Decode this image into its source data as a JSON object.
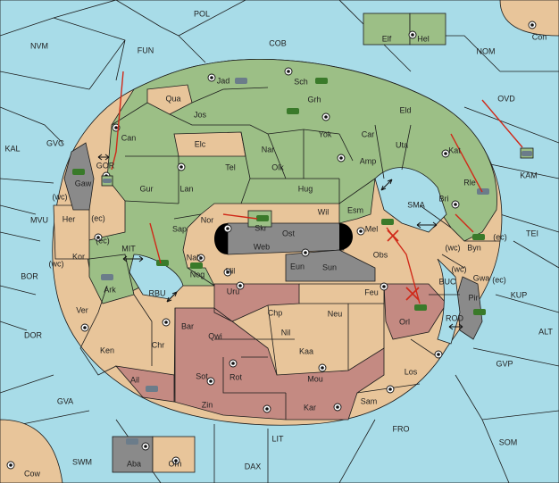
{
  "colors": {
    "sea": "#a8dce8",
    "player_green": "#9cbf86",
    "player_tan": "#e8c59a",
    "player_red": "#c48a82",
    "player_grey": "#8a8a8a",
    "order_arrow": "#d02818"
  },
  "regions": {
    "pol": "POL",
    "nvm": "NVM",
    "fun": "FUN",
    "cob": "COB",
    "nom": "NOM",
    "con": "Con",
    "elf": "Elf",
    "hel": "Hel",
    "ovd": "OVD",
    "kal": "KAL",
    "gvg": "GVG",
    "kam": "KAM",
    "mvu": "MVU",
    "tei": "TEI",
    "bor": "BOR",
    "dor": "DOR",
    "kup": "KUP",
    "alt": "ALT",
    "gvp": "GVP",
    "gva": "GVA",
    "fro": "FRO",
    "som": "SOM",
    "lit": "LIT",
    "swm": "SWM",
    "dax": "DAX",
    "cow": "Cow",
    "aba": "Aba",
    "orn": "Orn",
    "jad": "Jad",
    "sch": "Sch",
    "qua": "Qua",
    "jos": "Jos",
    "grh": "Grh",
    "can": "Can",
    "eld": "Eld",
    "yok": "Yok",
    "car": "Car",
    "elc": "Elc",
    "nar": "Nar",
    "uta": "Uta",
    "gor": "GOR",
    "tel": "Tel",
    "olk": "Olk",
    "amp": "Amp",
    "kat": "Kat",
    "gaw": "Gaw",
    "gur": "Gur",
    "lan": "Lan",
    "hug": "Hug",
    "rle": "Rle",
    "bri": "Bri",
    "nor": "Nor",
    "skr": "Skr",
    "wil": "Wil",
    "esm": "Esm",
    "sma": "SMA",
    "her": "Her",
    "sap": "Sap",
    "web": "Web",
    "ost": "Ost",
    "mel": "Mel",
    "byn": "Byn",
    "kor": "Kor",
    "mit": "MIT",
    "nab": "Nab",
    "eun": "Eun",
    "sun": "Sun",
    "obs": "Obs",
    "hil": "Hil",
    "ark": "Ark",
    "nog": "Nog",
    "gwa": "Gwa",
    "rbu": "RBU",
    "uru": "Uru",
    "feu": "Feu",
    "buc": "BUC",
    "pir": "Pir",
    "ver": "Ver",
    "chp": "Chp",
    "neu": "Neu",
    "orl": "Orl",
    "bar": "Bar",
    "qwi": "Qwi",
    "nil": "Nil",
    "rod": "ROD",
    "ken": "Ken",
    "chr": "Chr",
    "kaa": "Kaa",
    "los": "Los",
    "ail": "Ail",
    "sot": "Sot",
    "rot": "Rot",
    "mou": "Mou",
    "sam": "Sam",
    "zin": "Zin",
    "kar": "Kar"
  },
  "coast_tags": {
    "wc": "(wc)",
    "ec": "(ec)"
  }
}
